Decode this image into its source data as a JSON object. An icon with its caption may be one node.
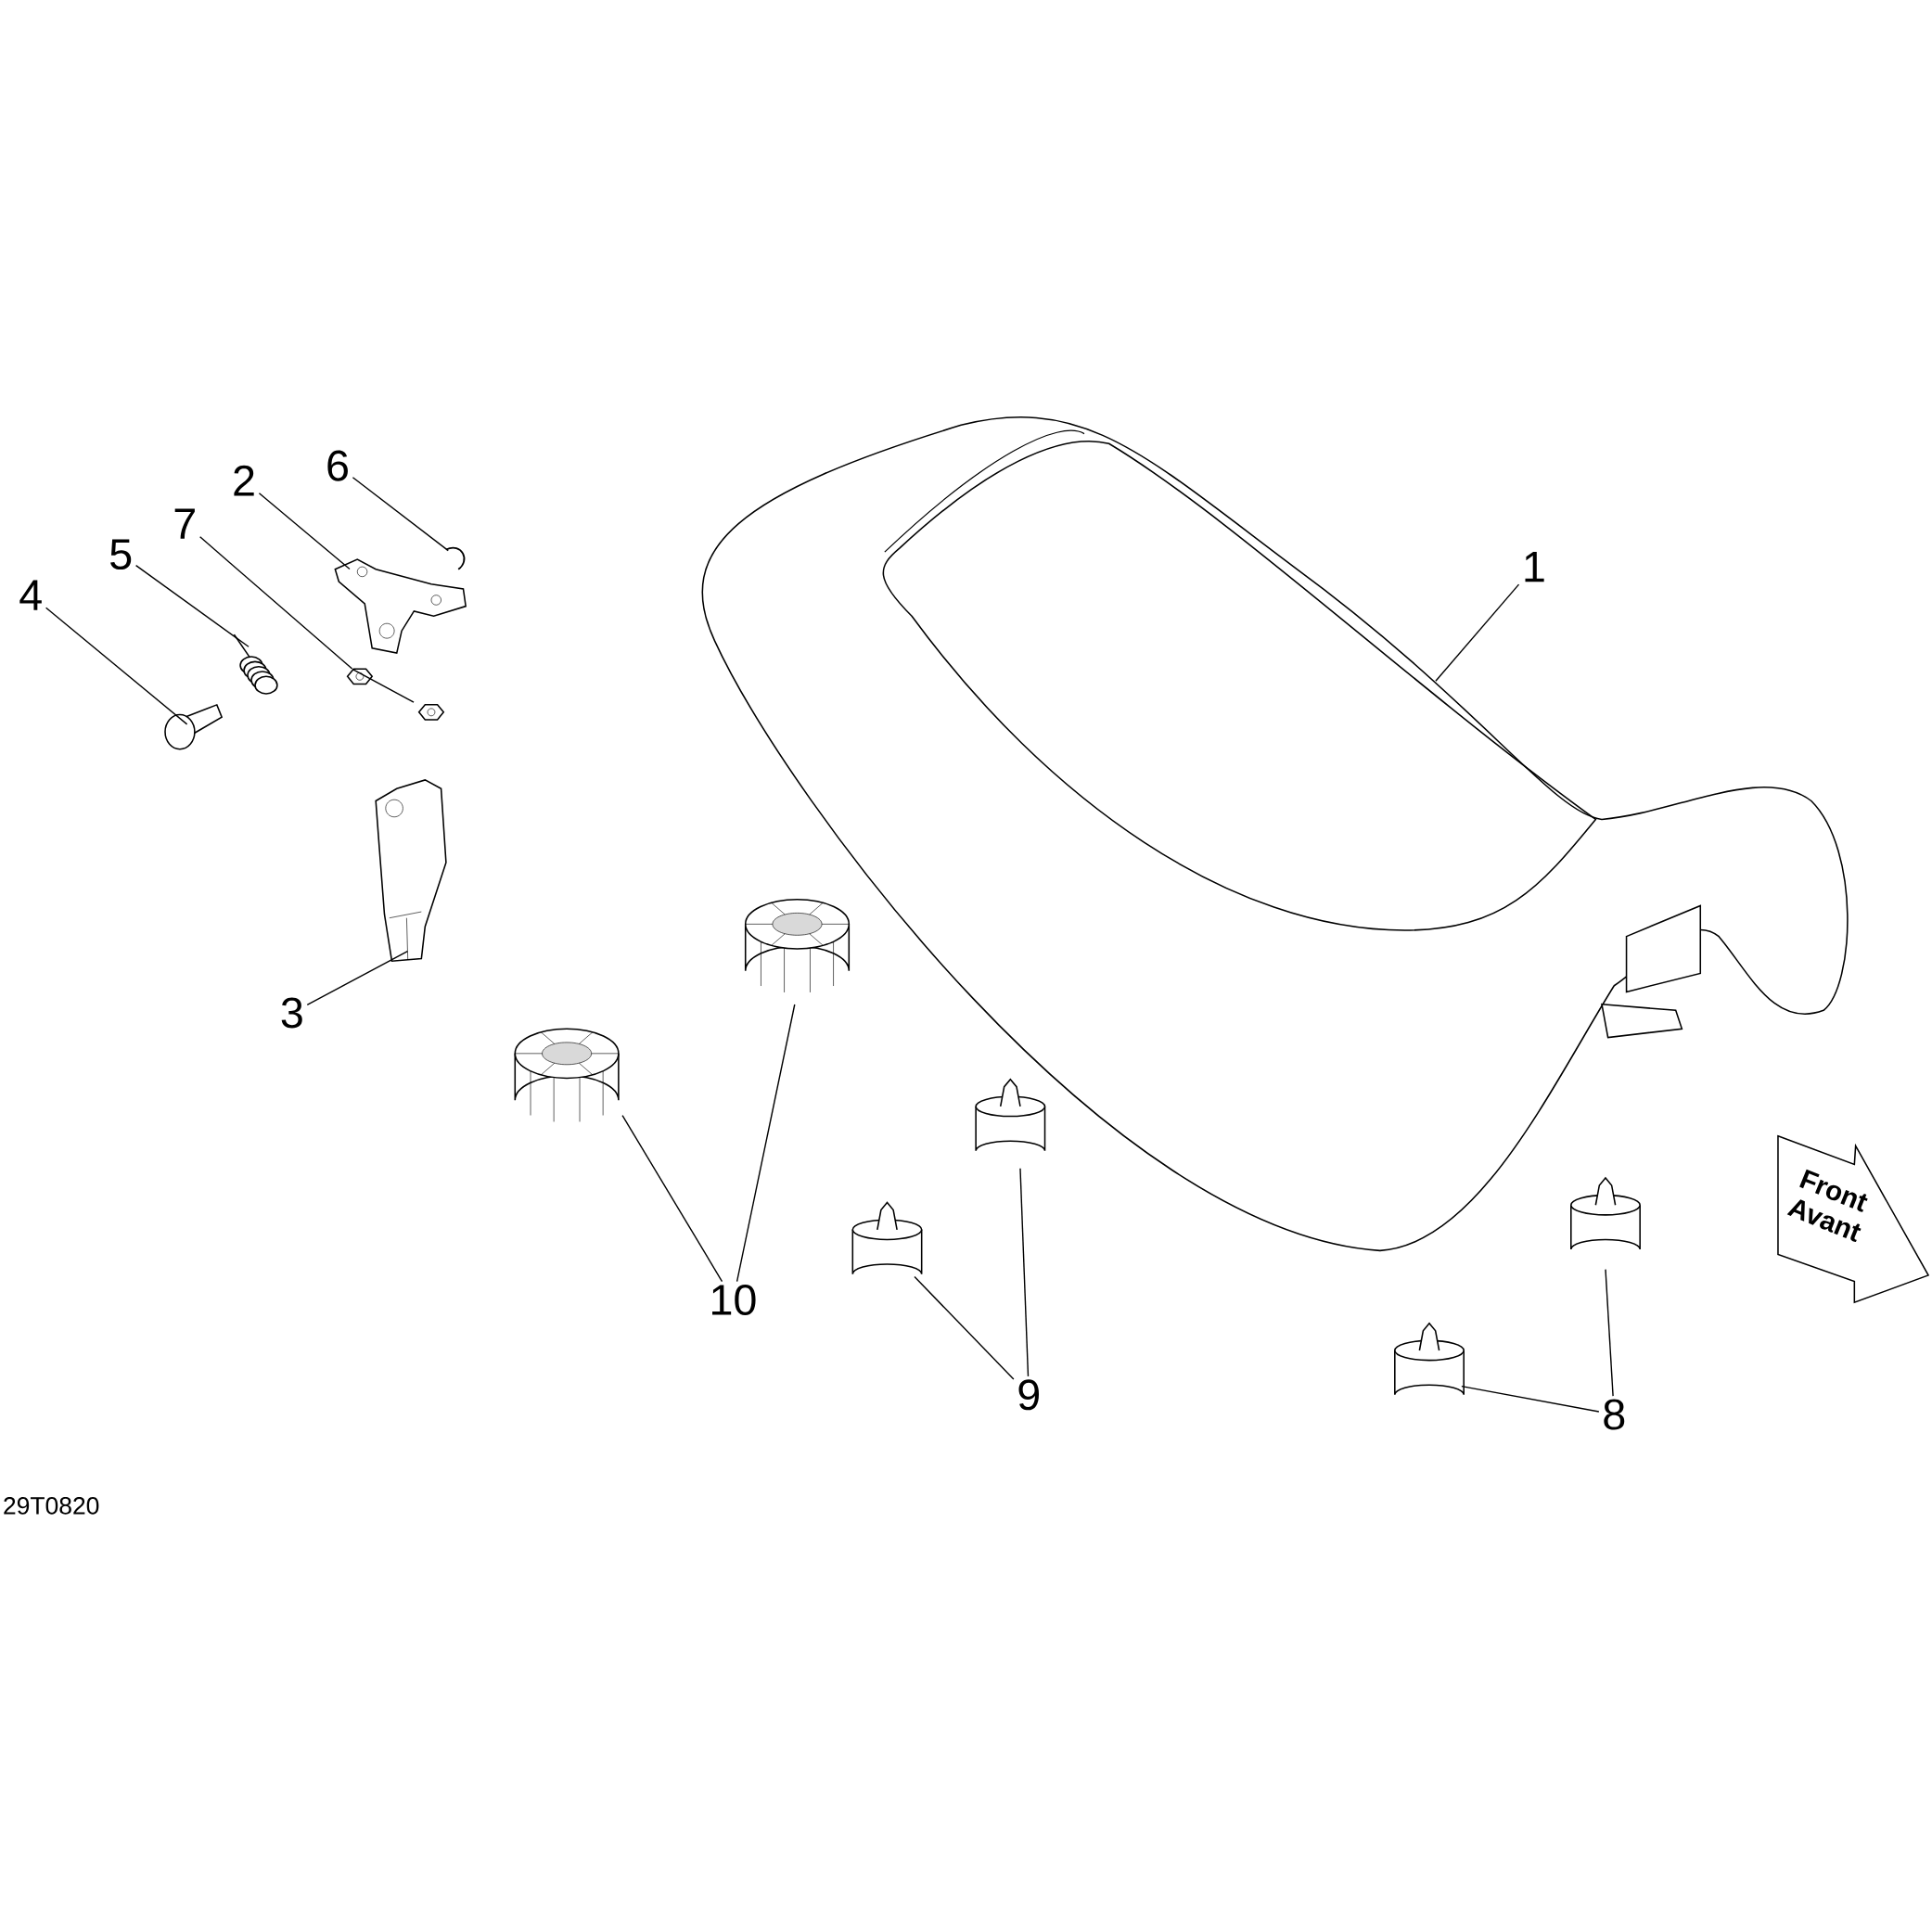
{
  "diagram": {
    "nodes": [
      {
        "text": [
          "6"
        ]
      },
      {
        "text": [
          "2"
        ]
      },
      {
        "text": [
          "7"
        ]
      },
      {
        "text": [
          "5"
        ]
      },
      {
        "text": [
          "1"
        ]
      },
      {
        "text": [
          "4"
        ]
      },
      {
        "text": [
          "3"
        ]
      },
      {
        "text": [
          "Front Avant"
        ]
      },
      {
        "text": [
          "10"
        ]
      },
      {
        "text": [
          "9"
        ]
      },
      {
        "text": [
          "8"
        ]
      },
      {
        "text": [],
        "shape": "picture"
      },
      {
        "text": [],
        "shape": "picture"
      },
      {
        "text": [],
        "shape": "picture"
      },
      {
        "text": [],
        "shape": "picture"
      },
      {
        "text": [],
        "shape": "picture"
      },
      {
        "text": [],
        "shape": "picture"
      },
      {
        "text": [],
        "shape": "picture"
      },
      {
        "text": [],
        "shape": "picture"
      },
      {
        "text": [],
        "shape": "picture"
      },
      {
        "text": [],
        "shape": "picture"
      },
      {
        "text": [],
        "shape": "cylinder"
      },
      {
        "text": [],
        "shape": "cylinder"
      },
      {
        "text": [],
        "shape": "cylinder"
      },
      {
        "text": [],
        "shape": "cylinder"
      }
    ],
    "edges": [
      {
        "from": 4,
        "to": 11,
        "arrow": "none"
      },
      {
        "from": 0,
        "to": 12,
        "arrow": "none"
      },
      {
        "from": 1,
        "to": 13,
        "arrow": "none"
      },
      {
        "from": 2,
        "to": 14,
        "arrow": "none"
      },
      {
        "from": 14,
        "to": 15,
        "arrow": "none"
      },
      {
        "from": 3,
        "to": 16,
        "arrow": "none"
      },
      {
        "from": 5,
        "to": 17,
        "arrow": "none"
      },
      {
        "from": 6,
        "to": 18,
        "arrow": "none"
      },
      {
        "from": 8,
        "to": 19,
        "arrow": "none"
      },
      {
        "from": 8,
        "to": 20,
        "arrow": "none"
      },
      {
        "from": 9,
        "to": 21,
        "arrow": "none"
      },
      {
        "from": 9,
        "to": 22,
        "arrow": "none"
      },
      {
        "from": 10,
        "to": 23,
        "arrow": "none"
      },
      {
        "from": 10,
        "to": 24,
        "arrow": "none"
      }
    ],
    "labels": [
      "29T0820"
    ]
  }
}
